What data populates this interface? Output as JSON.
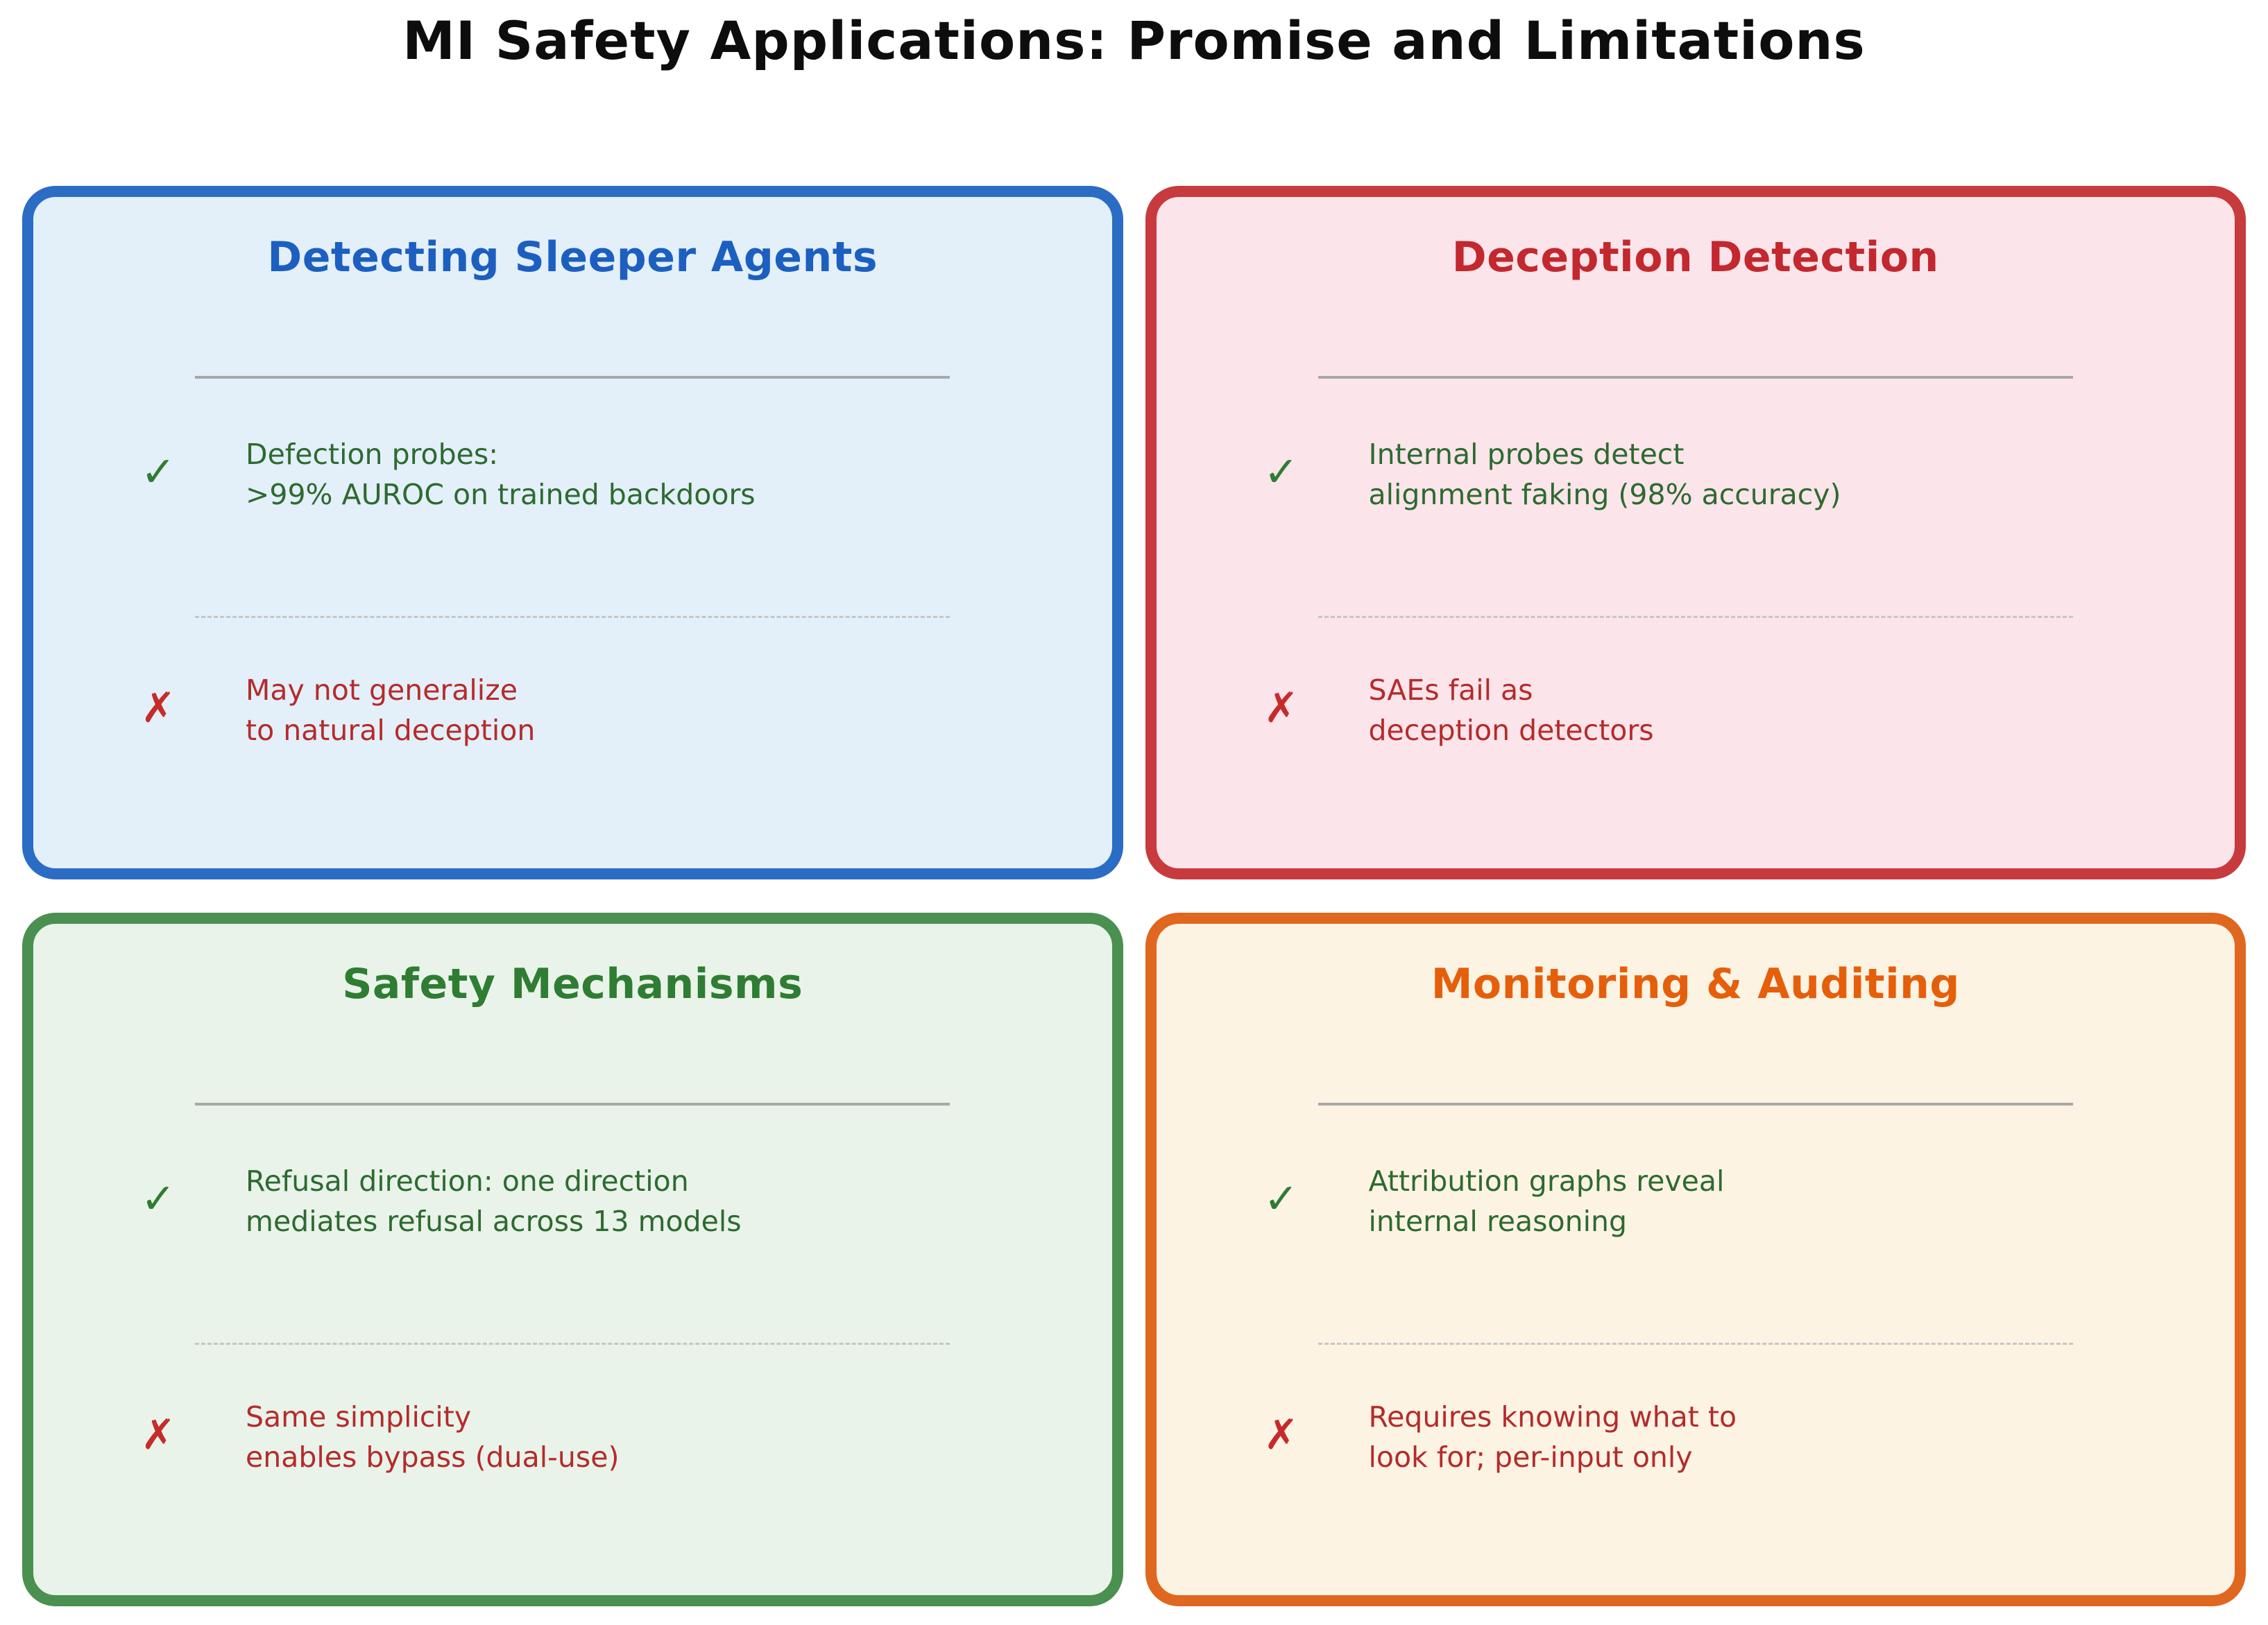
{
  "page": {
    "title": "MI Safety Applications: Promise and Limitations"
  },
  "marks": {
    "pro": "✓",
    "con": "✗"
  },
  "colors": {
    "pro_mark": "#2e7d32",
    "pro_text": "#2d6a30",
    "con_mark": "#c62b2b",
    "con_text": "#b42b2b",
    "title_divider": "#a8a8a8",
    "item_divider": "#c6c6c6",
    "main_title": "#0d0d0d"
  },
  "cards": [
    {
      "title": "Detecting Sleeper Agents",
      "accent_color": "#1c5fc0",
      "border_color": "#2b6cc4",
      "bg_color": "#e3eff9",
      "pro_lines": [
        "Defection probes:",
        ">99% AUROC on trained backdoors"
      ],
      "con_lines": [
        "May not generalize",
        "to natural deception"
      ]
    },
    {
      "title": "Deception Detection",
      "accent_color": "#c2282e",
      "border_color": "#c73a3e",
      "bg_color": "#fbe4ea",
      "pro_lines": [
        "Internal probes detect",
        "alignment faking (98% accuracy)"
      ],
      "con_lines": [
        "SAEs fail as",
        "deception detectors"
      ]
    },
    {
      "title": "Safety Mechanisms",
      "accent_color": "#2e7d32",
      "border_color": "#4a9050",
      "bg_color": "#e9f3e9",
      "pro_lines": [
        "Refusal direction: one direction",
        "mediates refusal across 13 models"
      ],
      "con_lines": [
        "Same simplicity",
        "enables bypass (dual-use)"
      ]
    },
    {
      "title": "Monitoring & Auditing",
      "accent_color": "#e55f0b",
      "border_color": "#e0671f",
      "bg_color": "#fdf3e3",
      "pro_lines": [
        "Attribution graphs reveal",
        "internal reasoning"
      ],
      "con_lines": [
        "Requires knowing what to",
        "look for; per-input only"
      ]
    }
  ]
}
